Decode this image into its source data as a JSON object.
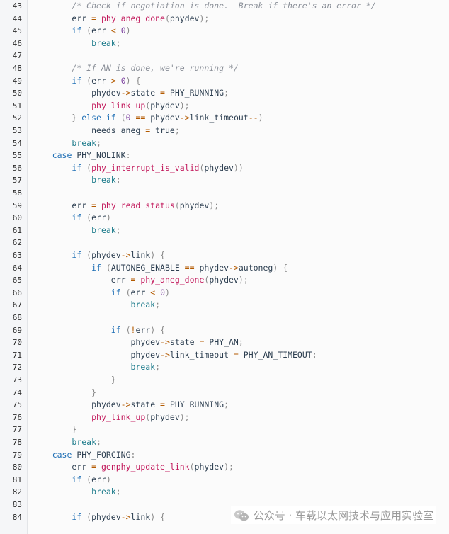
{
  "watermark": {
    "text": "公众号 · 车载以太网技术与应用实验室",
    "icon": "wechat-icon"
  },
  "lines": [
    {
      "n": "43",
      "indent": 8,
      "tokens": [
        {
          "t": "/* Check if negotiation is done.  Break if there's an error */",
          "c": "comment"
        }
      ]
    },
    {
      "n": "44",
      "indent": 8,
      "tokens": [
        {
          "t": "err ",
          "c": "plain"
        },
        {
          "t": "=",
          "c": "op"
        },
        {
          "t": " ",
          "c": "plain"
        },
        {
          "t": "phy_aneg_done",
          "c": "func"
        },
        {
          "t": "(",
          "c": "punct"
        },
        {
          "t": "phydev",
          "c": "plain"
        },
        {
          "t": ");",
          "c": "punct"
        }
      ]
    },
    {
      "n": "45",
      "indent": 8,
      "tokens": [
        {
          "t": "if",
          "c": "keyword"
        },
        {
          "t": " (",
          "c": "punct"
        },
        {
          "t": "err ",
          "c": "plain"
        },
        {
          "t": "<",
          "c": "op"
        },
        {
          "t": " ",
          "c": "plain"
        },
        {
          "t": "0",
          "c": "num"
        },
        {
          "t": ")",
          "c": "punct"
        }
      ]
    },
    {
      "n": "46",
      "indent": 12,
      "tokens": [
        {
          "t": "break",
          "c": "builtin"
        },
        {
          "t": ";",
          "c": "punct"
        }
      ]
    },
    {
      "n": "47",
      "indent": 0,
      "tokens": []
    },
    {
      "n": "48",
      "indent": 8,
      "tokens": [
        {
          "t": "/* If AN is done, we're running */",
          "c": "comment"
        }
      ]
    },
    {
      "n": "49",
      "indent": 8,
      "tokens": [
        {
          "t": "if",
          "c": "keyword"
        },
        {
          "t": " (",
          "c": "punct"
        },
        {
          "t": "err ",
          "c": "plain"
        },
        {
          "t": ">",
          "c": "op"
        },
        {
          "t": " ",
          "c": "plain"
        },
        {
          "t": "0",
          "c": "num"
        },
        {
          "t": ") {",
          "c": "punct"
        }
      ]
    },
    {
      "n": "50",
      "indent": 12,
      "tokens": [
        {
          "t": "phydev",
          "c": "plain"
        },
        {
          "t": "->",
          "c": "op"
        },
        {
          "t": "state ",
          "c": "plain"
        },
        {
          "t": "=",
          "c": "op"
        },
        {
          "t": " PHY_RUNNING",
          "c": "plain"
        },
        {
          "t": ";",
          "c": "punct"
        }
      ]
    },
    {
      "n": "51",
      "indent": 12,
      "tokens": [
        {
          "t": "phy_link_up",
          "c": "func"
        },
        {
          "t": "(",
          "c": "punct"
        },
        {
          "t": "phydev",
          "c": "plain"
        },
        {
          "t": ");",
          "c": "punct"
        }
      ]
    },
    {
      "n": "52",
      "indent": 8,
      "tokens": [
        {
          "t": "} ",
          "c": "punct"
        },
        {
          "t": "else if",
          "c": "keyword"
        },
        {
          "t": " (",
          "c": "punct"
        },
        {
          "t": "0",
          "c": "num"
        },
        {
          "t": " ",
          "c": "plain"
        },
        {
          "t": "==",
          "c": "op"
        },
        {
          "t": " phydev",
          "c": "plain"
        },
        {
          "t": "->",
          "c": "op"
        },
        {
          "t": "link_timeout",
          "c": "plain"
        },
        {
          "t": "--",
          "c": "op"
        },
        {
          "t": ")",
          "c": "punct"
        }
      ]
    },
    {
      "n": "53",
      "indent": 12,
      "tokens": [
        {
          "t": "needs_aneg ",
          "c": "plain"
        },
        {
          "t": "=",
          "c": "op"
        },
        {
          "t": " true",
          "c": "plain"
        },
        {
          "t": ";",
          "c": "punct"
        }
      ]
    },
    {
      "n": "54",
      "indent": 8,
      "tokens": [
        {
          "t": "break",
          "c": "builtin"
        },
        {
          "t": ";",
          "c": "punct"
        }
      ]
    },
    {
      "n": "55",
      "indent": 4,
      "tokens": [
        {
          "t": "case",
          "c": "keyword"
        },
        {
          "t": " PHY_NOLINK",
          "c": "plain"
        },
        {
          "t": ":",
          "c": "punct"
        }
      ]
    },
    {
      "n": "56",
      "indent": 8,
      "tokens": [
        {
          "t": "if",
          "c": "keyword"
        },
        {
          "t": " (",
          "c": "punct"
        },
        {
          "t": "phy_interrupt_is_valid",
          "c": "func"
        },
        {
          "t": "(",
          "c": "punct"
        },
        {
          "t": "phydev",
          "c": "plain"
        },
        {
          "t": "))",
          "c": "punct"
        }
      ]
    },
    {
      "n": "57",
      "indent": 12,
      "tokens": [
        {
          "t": "break",
          "c": "builtin"
        },
        {
          "t": ";",
          "c": "punct"
        }
      ]
    },
    {
      "n": "58",
      "indent": 0,
      "tokens": []
    },
    {
      "n": "59",
      "indent": 8,
      "tokens": [
        {
          "t": "err ",
          "c": "plain"
        },
        {
          "t": "=",
          "c": "op"
        },
        {
          "t": " ",
          "c": "plain"
        },
        {
          "t": "phy_read_status",
          "c": "func"
        },
        {
          "t": "(",
          "c": "punct"
        },
        {
          "t": "phydev",
          "c": "plain"
        },
        {
          "t": ");",
          "c": "punct"
        }
      ]
    },
    {
      "n": "60",
      "indent": 8,
      "tokens": [
        {
          "t": "if",
          "c": "keyword"
        },
        {
          "t": " (",
          "c": "punct"
        },
        {
          "t": "err",
          "c": "plain"
        },
        {
          "t": ")",
          "c": "punct"
        }
      ]
    },
    {
      "n": "61",
      "indent": 12,
      "tokens": [
        {
          "t": "break",
          "c": "builtin"
        },
        {
          "t": ";",
          "c": "punct"
        }
      ]
    },
    {
      "n": "62",
      "indent": 0,
      "tokens": []
    },
    {
      "n": "63",
      "indent": 8,
      "tokens": [
        {
          "t": "if",
          "c": "keyword"
        },
        {
          "t": " (",
          "c": "punct"
        },
        {
          "t": "phydev",
          "c": "plain"
        },
        {
          "t": "->",
          "c": "op"
        },
        {
          "t": "link",
          "c": "plain"
        },
        {
          "t": ") {",
          "c": "punct"
        }
      ]
    },
    {
      "n": "64",
      "indent": 12,
      "tokens": [
        {
          "t": "if",
          "c": "keyword"
        },
        {
          "t": " (",
          "c": "punct"
        },
        {
          "t": "AUTONEG_ENABLE ",
          "c": "plain"
        },
        {
          "t": "==",
          "c": "op"
        },
        {
          "t": " phydev",
          "c": "plain"
        },
        {
          "t": "->",
          "c": "op"
        },
        {
          "t": "autoneg",
          "c": "plain"
        },
        {
          "t": ") {",
          "c": "punct"
        }
      ]
    },
    {
      "n": "65",
      "indent": 16,
      "tokens": [
        {
          "t": "err ",
          "c": "plain"
        },
        {
          "t": "=",
          "c": "op"
        },
        {
          "t": " ",
          "c": "plain"
        },
        {
          "t": "phy_aneg_done",
          "c": "func"
        },
        {
          "t": "(",
          "c": "punct"
        },
        {
          "t": "phydev",
          "c": "plain"
        },
        {
          "t": ");",
          "c": "punct"
        }
      ]
    },
    {
      "n": "66",
      "indent": 16,
      "tokens": [
        {
          "t": "if",
          "c": "keyword"
        },
        {
          "t": " (",
          "c": "punct"
        },
        {
          "t": "err ",
          "c": "plain"
        },
        {
          "t": "<",
          "c": "op"
        },
        {
          "t": " ",
          "c": "plain"
        },
        {
          "t": "0",
          "c": "num"
        },
        {
          "t": ")",
          "c": "punct"
        }
      ]
    },
    {
      "n": "67",
      "indent": 20,
      "tokens": [
        {
          "t": "break",
          "c": "builtin"
        },
        {
          "t": ";",
          "c": "punct"
        }
      ]
    },
    {
      "n": "68",
      "indent": 0,
      "tokens": []
    },
    {
      "n": "69",
      "indent": 16,
      "tokens": [
        {
          "t": "if",
          "c": "keyword"
        },
        {
          "t": " (",
          "c": "punct"
        },
        {
          "t": "!",
          "c": "op"
        },
        {
          "t": "err",
          "c": "plain"
        },
        {
          "t": ") {",
          "c": "punct"
        }
      ]
    },
    {
      "n": "70",
      "indent": 20,
      "tokens": [
        {
          "t": "phydev",
          "c": "plain"
        },
        {
          "t": "->",
          "c": "op"
        },
        {
          "t": "state ",
          "c": "plain"
        },
        {
          "t": "=",
          "c": "op"
        },
        {
          "t": " PHY_AN",
          "c": "plain"
        },
        {
          "t": ";",
          "c": "punct"
        }
      ]
    },
    {
      "n": "71",
      "indent": 20,
      "tokens": [
        {
          "t": "phydev",
          "c": "plain"
        },
        {
          "t": "->",
          "c": "op"
        },
        {
          "t": "link_timeout ",
          "c": "plain"
        },
        {
          "t": "=",
          "c": "op"
        },
        {
          "t": " PHY_AN_TIMEOUT",
          "c": "plain"
        },
        {
          "t": ";",
          "c": "punct"
        }
      ]
    },
    {
      "n": "72",
      "indent": 20,
      "tokens": [
        {
          "t": "break",
          "c": "builtin"
        },
        {
          "t": ";",
          "c": "punct"
        }
      ]
    },
    {
      "n": "73",
      "indent": 16,
      "tokens": [
        {
          "t": "}",
          "c": "punct"
        }
      ]
    },
    {
      "n": "74",
      "indent": 12,
      "tokens": [
        {
          "t": "}",
          "c": "punct"
        }
      ]
    },
    {
      "n": "75",
      "indent": 12,
      "tokens": [
        {
          "t": "phydev",
          "c": "plain"
        },
        {
          "t": "->",
          "c": "op"
        },
        {
          "t": "state ",
          "c": "plain"
        },
        {
          "t": "=",
          "c": "op"
        },
        {
          "t": " PHY_RUNNING",
          "c": "plain"
        },
        {
          "t": ";",
          "c": "punct"
        }
      ]
    },
    {
      "n": "76",
      "indent": 12,
      "tokens": [
        {
          "t": "phy_link_up",
          "c": "func"
        },
        {
          "t": "(",
          "c": "punct"
        },
        {
          "t": "phydev",
          "c": "plain"
        },
        {
          "t": ");",
          "c": "punct"
        }
      ]
    },
    {
      "n": "77",
      "indent": 8,
      "tokens": [
        {
          "t": "}",
          "c": "punct"
        }
      ]
    },
    {
      "n": "78",
      "indent": 8,
      "tokens": [
        {
          "t": "break",
          "c": "builtin"
        },
        {
          "t": ";",
          "c": "punct"
        }
      ]
    },
    {
      "n": "79",
      "indent": 4,
      "tokens": [
        {
          "t": "case",
          "c": "keyword"
        },
        {
          "t": " PHY_FORCING",
          "c": "plain"
        },
        {
          "t": ":",
          "c": "punct"
        }
      ]
    },
    {
      "n": "80",
      "indent": 8,
      "tokens": [
        {
          "t": "err ",
          "c": "plain"
        },
        {
          "t": "=",
          "c": "op"
        },
        {
          "t": " ",
          "c": "plain"
        },
        {
          "t": "genphy_update_link",
          "c": "func"
        },
        {
          "t": "(",
          "c": "punct"
        },
        {
          "t": "phydev",
          "c": "plain"
        },
        {
          "t": ");",
          "c": "punct"
        }
      ]
    },
    {
      "n": "81",
      "indent": 8,
      "tokens": [
        {
          "t": "if",
          "c": "keyword"
        },
        {
          "t": " (",
          "c": "punct"
        },
        {
          "t": "err",
          "c": "plain"
        },
        {
          "t": ")",
          "c": "punct"
        }
      ]
    },
    {
      "n": "82",
      "indent": 12,
      "tokens": [
        {
          "t": "break",
          "c": "builtin"
        },
        {
          "t": ";",
          "c": "punct"
        }
      ]
    },
    {
      "n": "83",
      "indent": 0,
      "tokens": []
    },
    {
      "n": "84",
      "indent": 8,
      "tokens": [
        {
          "t": "if",
          "c": "keyword"
        },
        {
          "t": " (",
          "c": "punct"
        },
        {
          "t": "phydev",
          "c": "plain"
        },
        {
          "t": "->",
          "c": "op"
        },
        {
          "t": "link",
          "c": "plain"
        },
        {
          "t": ") {",
          "c": "punct"
        }
      ]
    }
  ]
}
